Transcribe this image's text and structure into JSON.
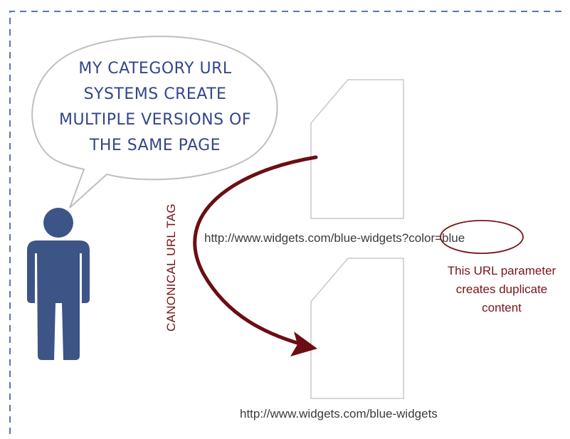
{
  "speech_bubble": {
    "lines": [
      "MY CATEGORY URL",
      "SYSTEMS CREATE",
      "MULTIPLE VERSIONS OF",
      "THE SAME PAGE"
    ]
  },
  "arrow_label": "CANONICAL URL TAG",
  "urls": {
    "top_base": "http://www.widgets.com/blue-widgets",
    "top_param": "?color=blue",
    "bottom": "http://www.widgets.com/blue-widgets"
  },
  "param_note": {
    "lines": [
      "This URL parameter",
      "creates duplicate",
      "content"
    ]
  },
  "icons": {
    "person": "person-icon",
    "document_top": "document-icon",
    "document_bottom": "document-icon"
  },
  "colors": {
    "border": "#5b76a8",
    "person": "#3d5487",
    "bubble_text": "#33468a",
    "arrow": "#6b0e13",
    "note": "#7a1419",
    "page_outline": "#c8c8c8"
  }
}
